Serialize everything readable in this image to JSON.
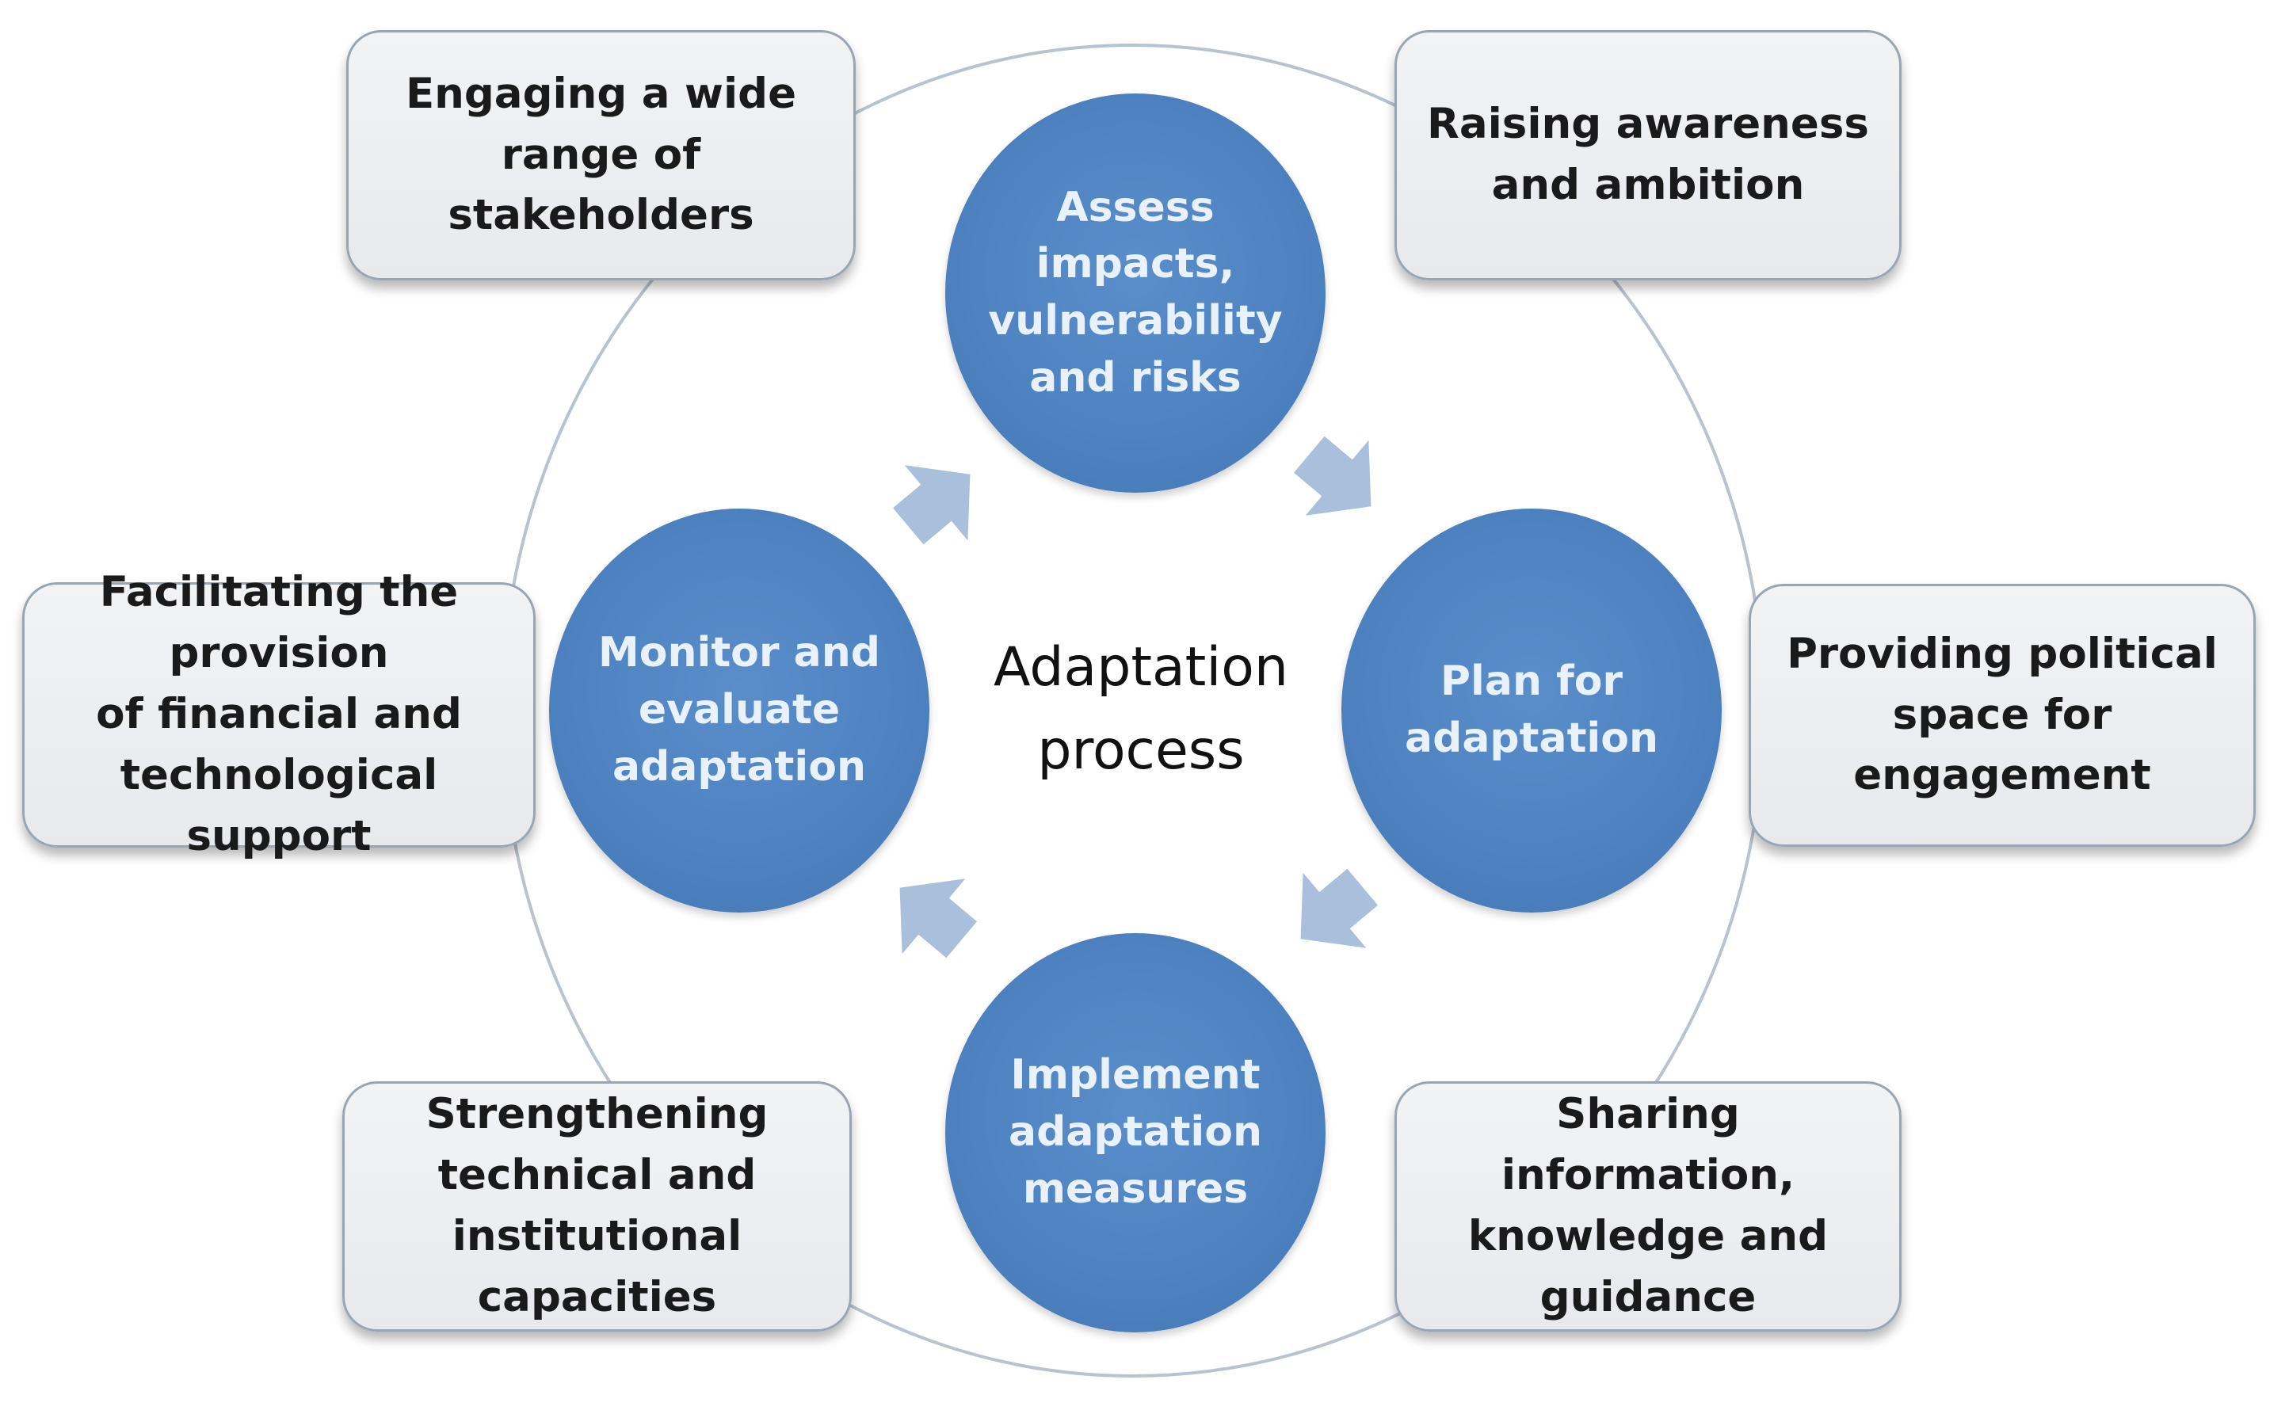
{
  "center": {
    "title": "Adaptation\nprocess"
  },
  "steps": [
    {
      "label": "Assess\nimpacts,\nvulnerability\nand risks"
    },
    {
      "label": "Plan for\nadaptation"
    },
    {
      "label": "Implement\nadaptation\nmeasures"
    },
    {
      "label": "Monitor and\nevaluate\nadaptation"
    }
  ],
  "supports": [
    {
      "label": "Engaging a wide\nrange of stakeholders"
    },
    {
      "label": "Raising awareness\nand ambition"
    },
    {
      "label": "Providing political\nspace for engagement"
    },
    {
      "label": "Sharing information,\nknowledge and\nguidance"
    },
    {
      "label": "Strengthening\ntechnical and\ninstitutional\ncapacities"
    },
    {
      "label": "Facilitating the provision\nof financial and\ntechnological support"
    }
  ],
  "colors": {
    "step_fill": "#4e82c0",
    "step_text": "#e9f1fb",
    "arrow_fill": "#a9bfdc",
    "support_fill": "#e9ebee",
    "support_border": "#9aa5b3",
    "ring_line": "#b9c3d0"
  }
}
